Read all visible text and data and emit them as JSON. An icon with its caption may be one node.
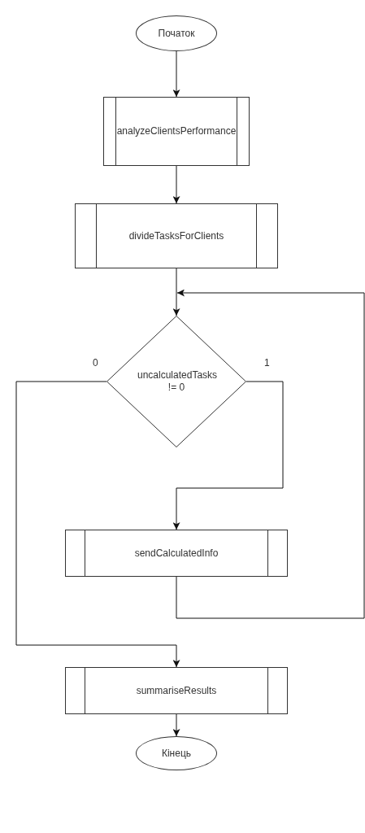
{
  "diagram": {
    "nodes": [
      {
        "text": [
          "Початок"
        ]
      },
      {
        "text": [
          "analyzeClientsPerformance"
        ]
      },
      {
        "text": [
          "divideTasksForClients"
        ]
      },
      {
        "text": [
          "uncalculatedTasks != 0"
        ]
      },
      {
        "text": [
          "sendCalculatedInfo"
        ]
      },
      {
        "text": [
          "summariseResults"
        ]
      },
      {
        "text": [
          "Кінець"
        ]
      }
    ],
    "edges": [
      {
        "from": 0,
        "to": 1,
        "arrow": "to"
      },
      {
        "from": 1,
        "to": 2,
        "arrow": "to"
      },
      {
        "from": 2,
        "to": 3,
        "arrow": "to"
      },
      {
        "from": 3,
        "to": 4,
        "arrow": "to",
        "label": "1"
      },
      {
        "from": 4,
        "to": 3,
        "arrow": "to"
      },
      {
        "from": 3,
        "to": 5,
        "arrow": "to",
        "label": "0"
      },
      {
        "from": 5,
        "to": 6,
        "arrow": "to"
      }
    ]
  }
}
